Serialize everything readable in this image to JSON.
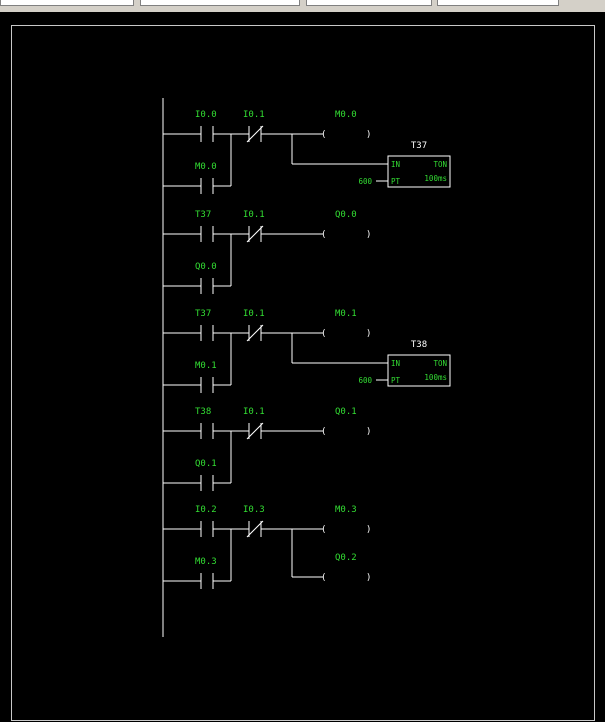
{
  "rungs": [
    {
      "contacts": [
        {
          "label": "I0.0",
          "type": "NO"
        },
        {
          "label": "I0.1",
          "type": "NC"
        }
      ],
      "parallel": {
        "label": "M0.0",
        "type": "NO"
      },
      "coils": [
        {
          "label": "M0.0"
        }
      ],
      "timer": {
        "name": "T37",
        "type_label": "TON",
        "in_label": "IN",
        "pt_label": "PT",
        "preset": "600",
        "resolution": "100ms"
      }
    },
    {
      "contacts": [
        {
          "label": "T37",
          "type": "NO"
        },
        {
          "label": "I0.1",
          "type": "NC"
        }
      ],
      "parallel": {
        "label": "Q0.0",
        "type": "NO"
      },
      "coils": [
        {
          "label": "Q0.0"
        }
      ]
    },
    {
      "contacts": [
        {
          "label": "T37",
          "type": "NO"
        },
        {
          "label": "I0.1",
          "type": "NC"
        }
      ],
      "parallel": {
        "label": "M0.1",
        "type": "NO"
      },
      "coils": [
        {
          "label": "M0.1"
        }
      ],
      "timer": {
        "name": "T38",
        "type_label": "TON",
        "in_label": "IN",
        "pt_label": "PT",
        "preset": "600",
        "resolution": "100ms"
      }
    },
    {
      "contacts": [
        {
          "label": "T38",
          "type": "NO"
        },
        {
          "label": "I0.1",
          "type": "NC"
        }
      ],
      "parallel": {
        "label": "Q0.1",
        "type": "NO"
      },
      "coils": [
        {
          "label": "Q0.1"
        }
      ]
    },
    {
      "contacts": [
        {
          "label": "I0.2",
          "type": "NO"
        },
        {
          "label": "I0.3",
          "type": "NC"
        }
      ],
      "parallel": {
        "label": "M0.3",
        "type": "NO"
      },
      "coils": [
        {
          "label": "M0.3"
        },
        {
          "label": "Q0.2"
        }
      ]
    }
  ],
  "colors": {
    "background": "#000000",
    "wire": "#ffffff",
    "label": "#33dd33"
  }
}
